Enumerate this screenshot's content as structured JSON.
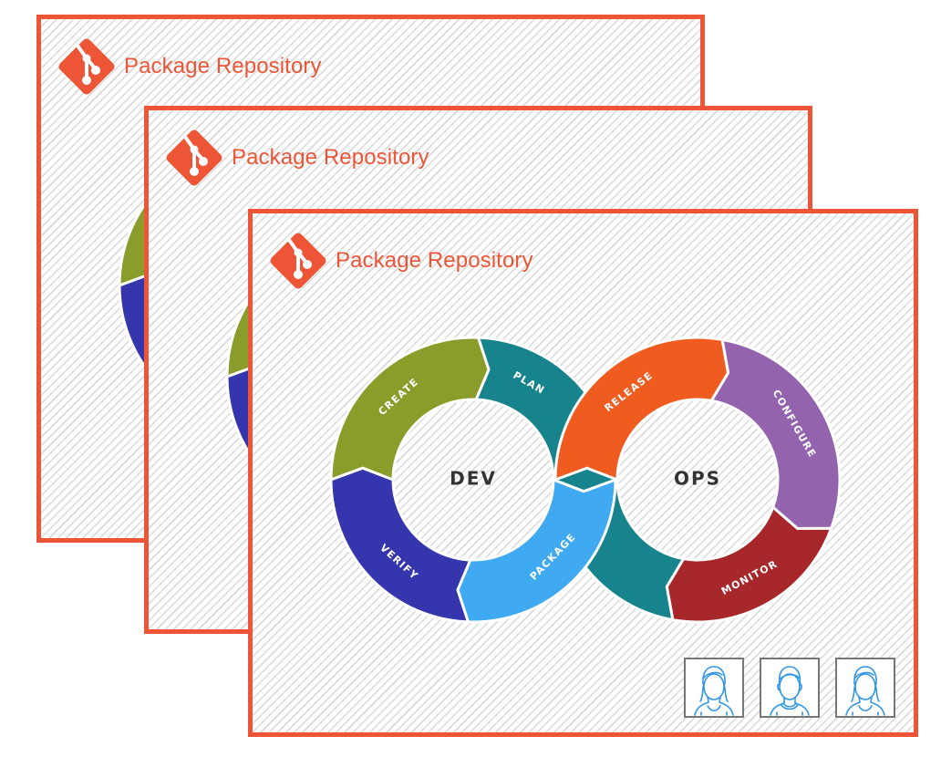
{
  "brand_color": "#ee5536",
  "frames": [
    {
      "title": "Package Repository",
      "logo_icon": "git-logo-icon"
    },
    {
      "title": "Package Repository",
      "logo_icon": "git-logo-icon"
    },
    {
      "title": "Package Repository",
      "logo_icon": "git-logo-icon"
    }
  ],
  "diagram": {
    "left_loop": {
      "label": "DEV",
      "segments": [
        {
          "label": "CREATE",
          "color": "#8a9c2a"
        },
        {
          "label": "PLAN",
          "color": "#17838c"
        },
        {
          "label": "PACKAGE",
          "color": "#3fa9f1"
        },
        {
          "label": "VERIFY",
          "color": "#3535ad"
        }
      ]
    },
    "right_loop": {
      "label": "OPS",
      "segments": [
        {
          "label": "RELEASE",
          "color": "#f05c20"
        },
        {
          "label": "CONFIGURE",
          "color": "#9363ad"
        },
        {
          "label": "MONITOR",
          "color": "#a8272a"
        },
        {
          "label": "",
          "color": "#17838c"
        }
      ]
    }
  },
  "team": {
    "members": [
      {
        "icon": "female-user-icon"
      },
      {
        "icon": "male-user-icon"
      },
      {
        "icon": "female-user-icon"
      }
    ],
    "icon_color": "#2f96e8"
  }
}
